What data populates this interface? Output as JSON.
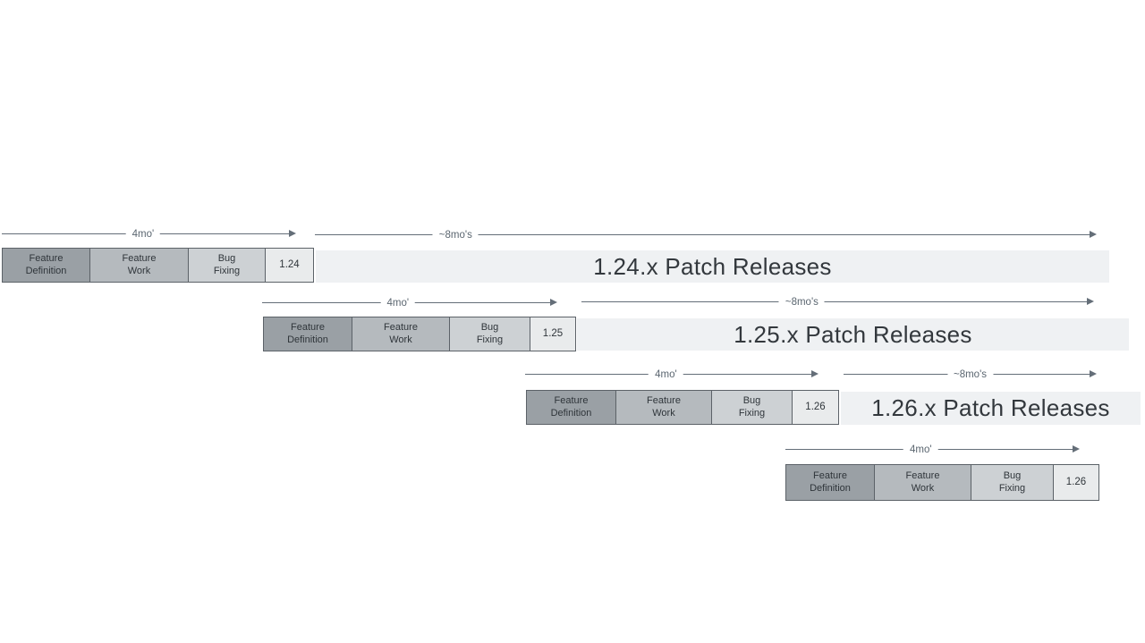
{
  "colors": {
    "background": "#ffffff",
    "phase-definition": "#9aa0a5",
    "phase-work": "#b5babe",
    "phase-bugfix": "#cdd1d4",
    "version-box": "#e9ebec",
    "patch-bar": "#eff1f3",
    "box-border": "#5c6268",
    "arrow": "#646e78",
    "arrow-label-text": "#5b6670",
    "box-text": "#2f353a",
    "patch-text": "#33383d"
  },
  "phases": [
    "Feature\nDefinition",
    "Feature\nWork",
    "Bug\nFixing"
  ],
  "rows": [
    {
      "version": "1.24",
      "dev_duration_label": "4mo'",
      "patch_duration_label": "~8mo's",
      "patch_bar_label": "1.24.x Patch Releases"
    },
    {
      "version": "1.25",
      "dev_duration_label": "4mo'",
      "patch_duration_label": "~8mo's",
      "patch_bar_label": "1.25.x Patch Releases"
    },
    {
      "version": "1.26",
      "dev_duration_label": "4mo'",
      "patch_duration_label": "~8mo's",
      "patch_bar_label": "1.26.x Patch Releases"
    },
    {
      "version": "1.26",
      "dev_duration_label": "4mo'"
    }
  ]
}
